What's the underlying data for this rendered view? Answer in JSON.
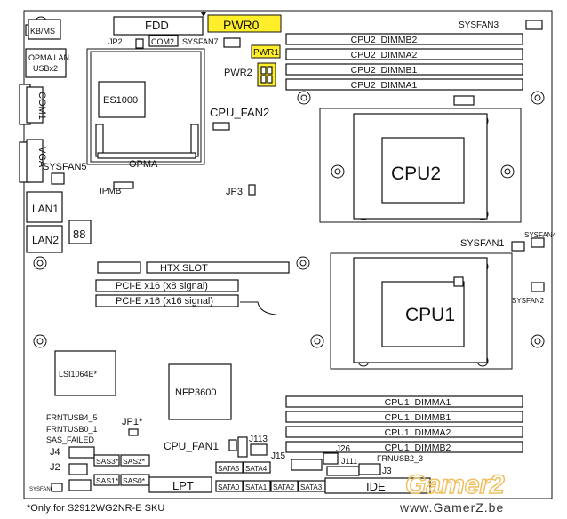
{
  "board": {
    "io": {
      "kbms": "KB/MS",
      "opma_lan": "OPMA LAN",
      "usbx2": "USBx2",
      "com1": "COM1",
      "vga": "VGA",
      "lan1": "LAN1",
      "lan2": "LAN2"
    },
    "top": {
      "fdd": "FDD",
      "pwr0": "PWR0",
      "pwr1": "PWR1",
      "pwr2": "PWR2",
      "jp2": "JP2",
      "com2": "COM2",
      "sysfan7": "SYSFAN7",
      "sysfan3": "SYSFAN3"
    },
    "left": {
      "es1000": "ES1000",
      "opma": "OPMA",
      "sysfan5": "SYSFAN5",
      "ipmb": "IPMB",
      "cpu_fan2": "CPU_FAN2",
      "jp3": "JP3"
    },
    "dimms_cpu2": [
      "CPU2_DIMMB2",
      "CPU2_DIMMA2",
      "CPU2_DIMMB1",
      "CPU2_DIMMA1"
    ],
    "dimms_cpu1": [
      "CPU1_DIMMA1",
      "CPU1_DIMMB1",
      "CPU1_DIMMA2",
      "CPU1_DIMMB2"
    ],
    "cpu2": "CPU2",
    "cpu1": "CPU1",
    "sysfan1": "SYSFAN1",
    "sysfan4": "SYSFAN4",
    "sysfan2": "SYSFAN2",
    "slots": {
      "htx": "HTX SLOT",
      "pcie1": "PCI-E x16 (x8 signal)",
      "pcie2": "PCI-E x16 (x16 signal)"
    },
    "chips": {
      "lsi": "LSI1064E*",
      "nfp": "NFP3600"
    },
    "bottom": {
      "frntusb45": "FRNTUSB4_5",
      "frntusb01": "FRNTUSB0_1",
      "sas_failed": "SAS_FAILED",
      "jp1": "JP1*",
      "j4": "J4",
      "j2": "J2",
      "sysfan6": "SYSFAN6",
      "sas3": "SAS3*",
      "sas2": "SAS2*",
      "sas1": "SAS1*",
      "sas0": "SAS0*",
      "lpt": "LPT",
      "cpu_fan1": "CPU_FAN1",
      "j113": "J113",
      "sata5": "SATA5",
      "sata4": "SATA4",
      "sata0": "SATA0",
      "sata1": "SATA1",
      "sata2": "SATA2",
      "sata3": "SATA3",
      "j15": "J15",
      "j26": "J26",
      "j111": "J111",
      "frntusb23": "FRNUSB2_3",
      "j3": "J3",
      "ide": "IDE"
    }
  },
  "footnote": "*Only for S2912WG2NR-E  SKU",
  "watermark": {
    "logo": "Gamer2",
    "url": "www.GamerZ.be"
  },
  "colors": {
    "highlight": "#ffef2a",
    "watermark": "#f0c060"
  }
}
